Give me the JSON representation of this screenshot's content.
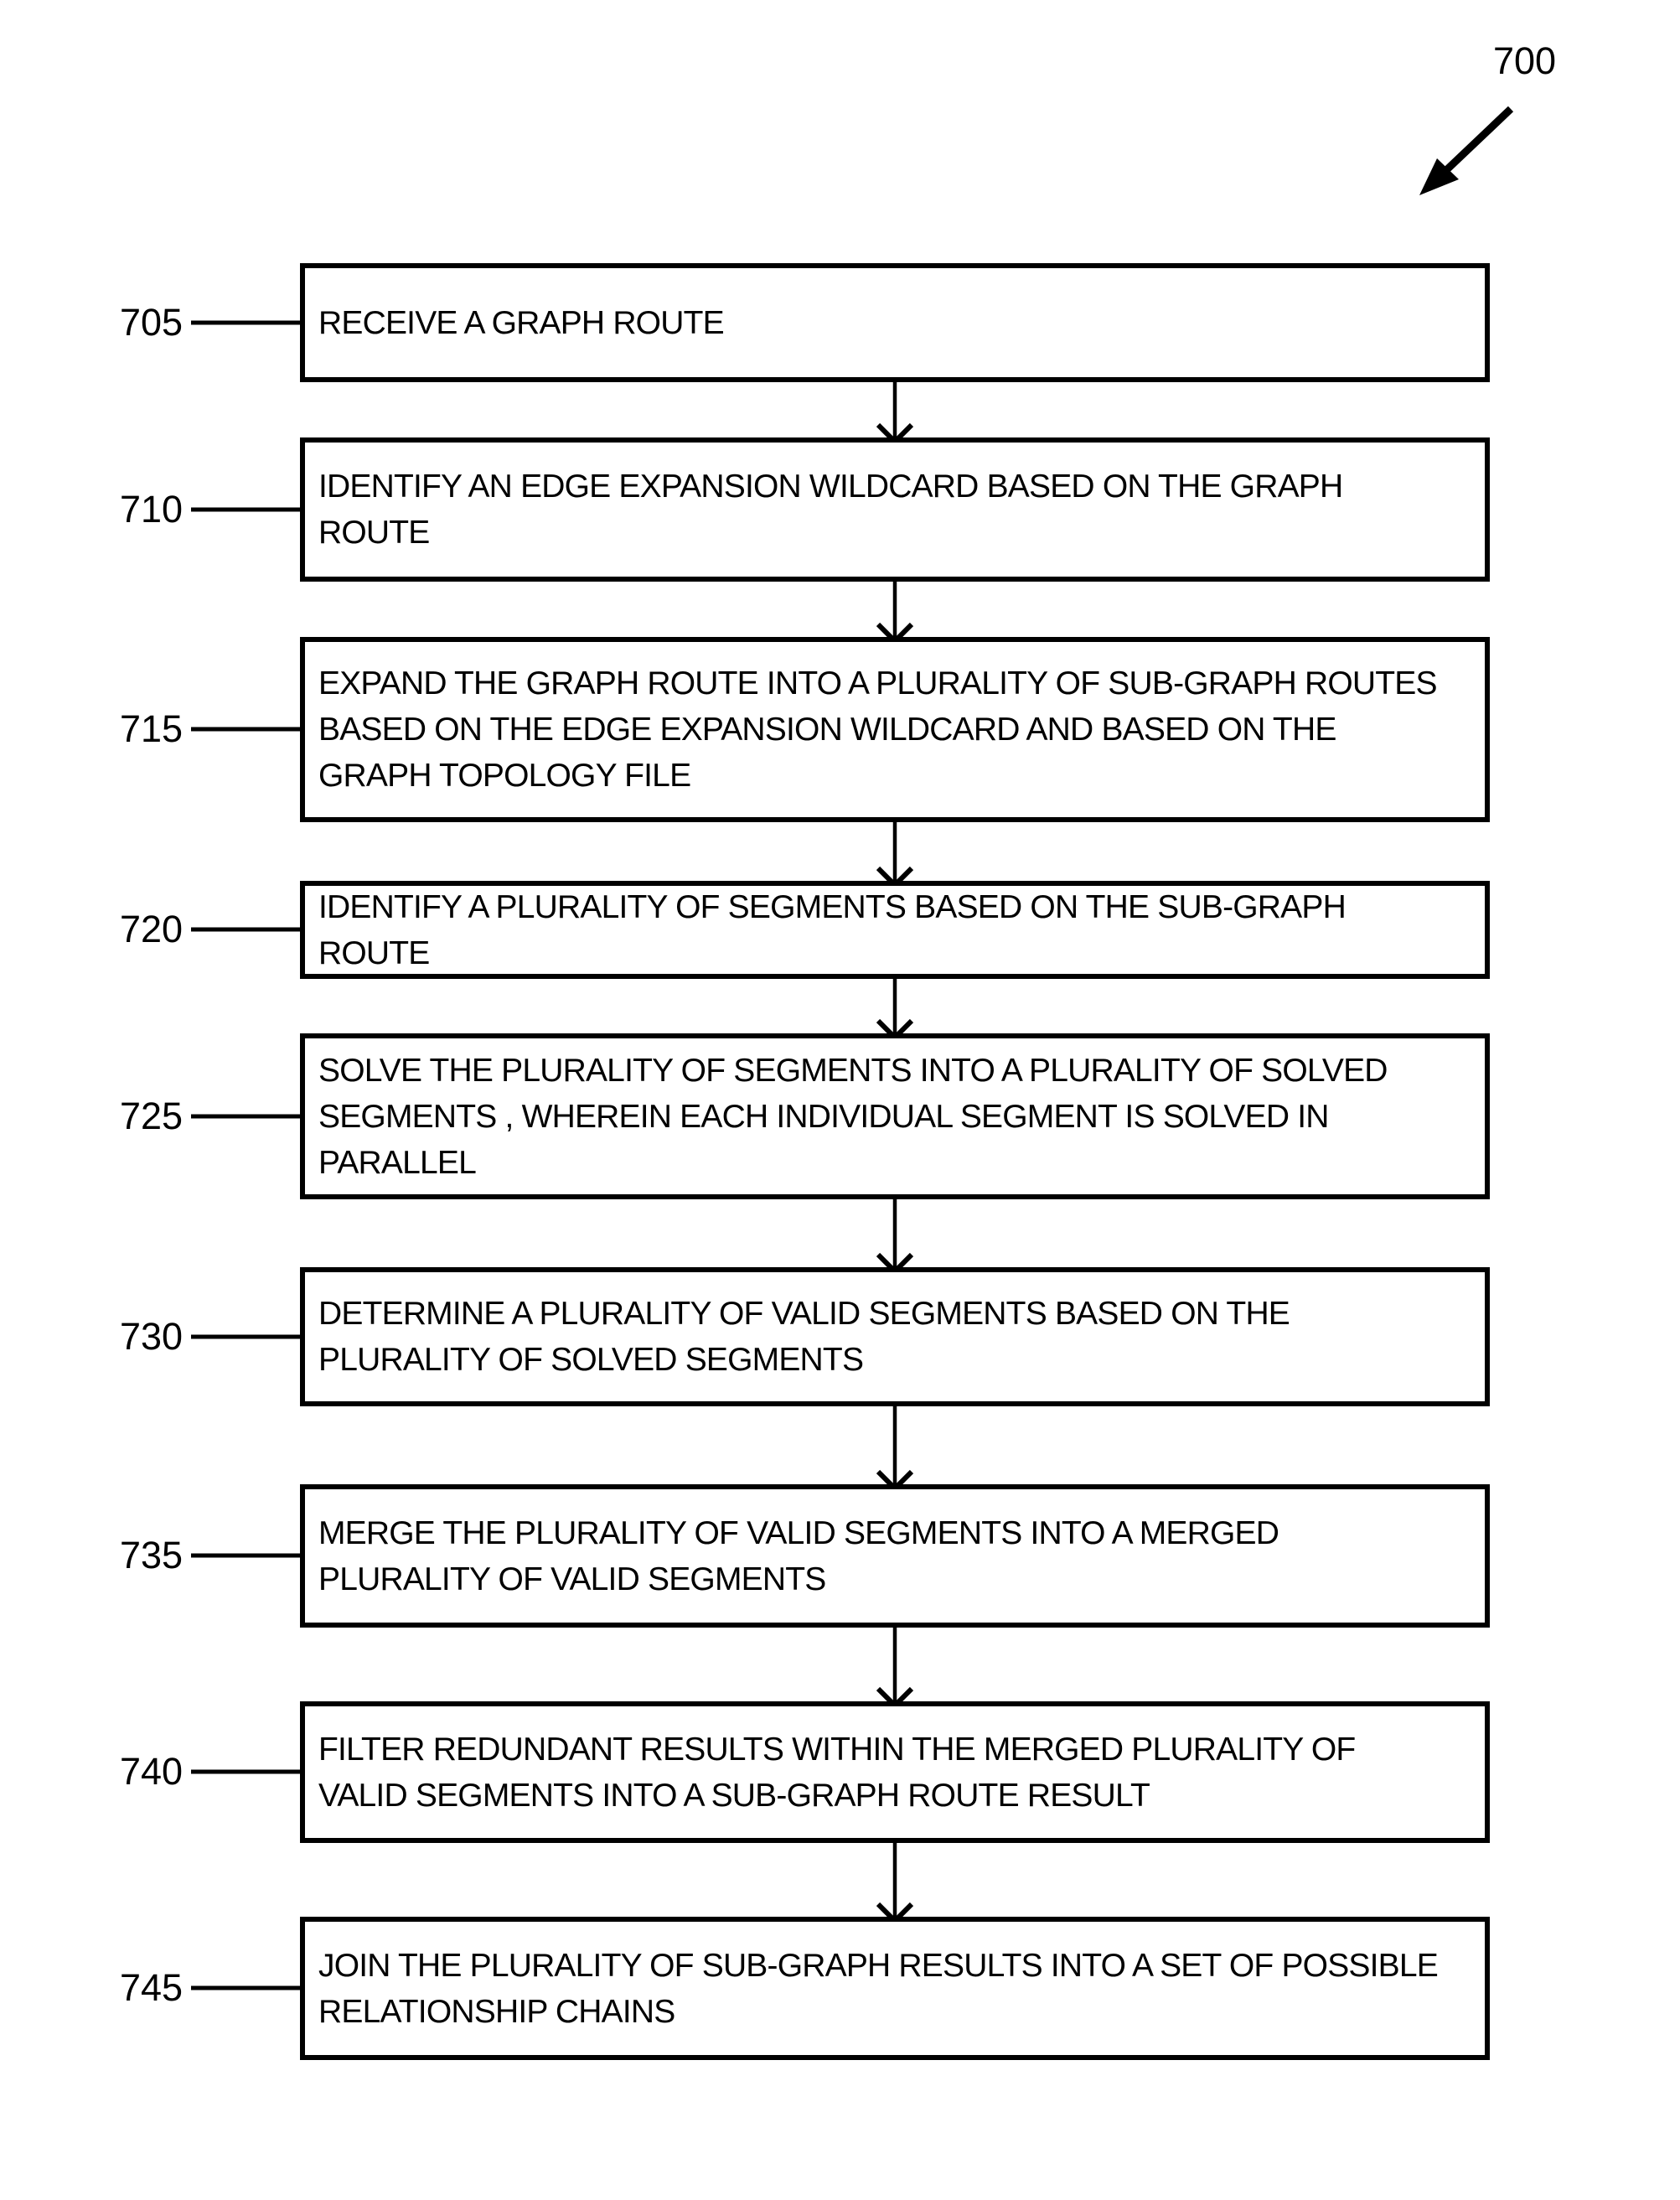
{
  "figure": {
    "reference": "700"
  },
  "colors": {
    "ink": "#000000",
    "background": "#ffffff"
  },
  "steps": [
    {
      "ref": "705",
      "text": "RECEIVE A GRAPH ROUTE"
    },
    {
      "ref": "710",
      "text": "IDENTIFY AN EDGE EXPANSION WILDCARD BASED ON THE GRAPH\nROUTE"
    },
    {
      "ref": "715",
      "text": "EXPAND THE GRAPH ROUTE INTO A PLURALITY OF SUB-GRAPH ROUTES\nBASED ON THE EDGE EXPANSION WILDCARD AND BASED ON THE\nGRAPH TOPOLOGY FILE"
    },
    {
      "ref": "720",
      "text": "IDENTIFY A PLURALITY OF SEGMENTS BASED ON THE SUB-GRAPH\nROUTE"
    },
    {
      "ref": "725",
      "text": "SOLVE THE PLURALITY OF SEGMENTS INTO A PLURALITY OF SOLVED\nSEGMENTS , WHEREIN EACH INDIVIDUAL SEGMENT IS SOLVED IN\nPARALLEL"
    },
    {
      "ref": "730",
      "text": "DETERMINE A PLURALITY OF VALID SEGMENTS BASED ON THE\nPLURALITY OF SOLVED SEGMENTS"
    },
    {
      "ref": "735",
      "text": "MERGE THE PLURALITY OF VALID SEGMENTS INTO A MERGED\nPLURALITY OF VALID SEGMENTS"
    },
    {
      "ref": "740",
      "text": "FILTER REDUNDANT RESULTS WITHIN THE MERGED PLURALITY OF\nVALID SEGMENTS INTO A SUB-GRAPH ROUTE RESULT"
    },
    {
      "ref": "745",
      "text": "JOIN THE PLURALITY OF SUB-GRAPH RESULTS INTO A SET OF POSSIBLE\nRELATIONSHIP CHAINS"
    }
  ]
}
